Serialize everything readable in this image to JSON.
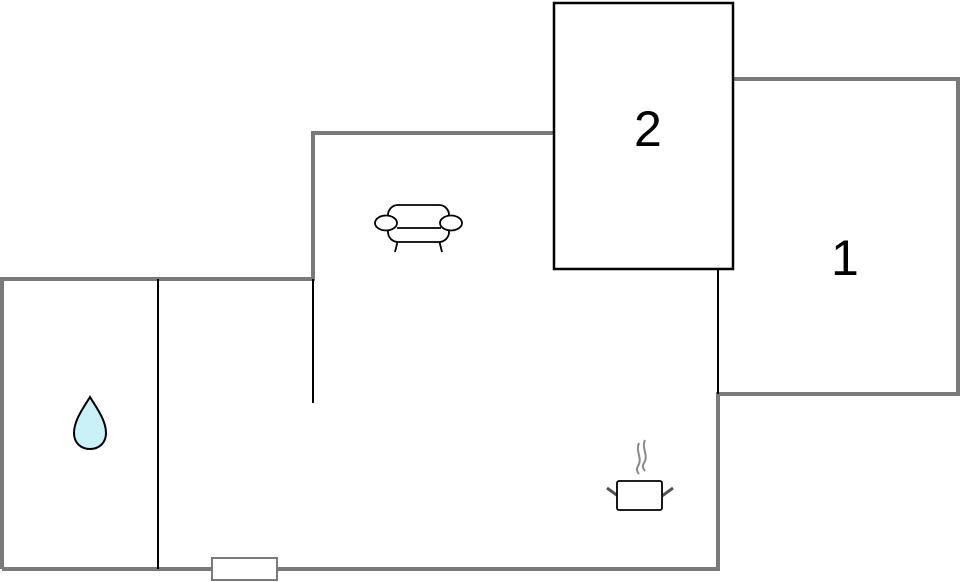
{
  "diagram": {
    "type": "floor-plan",
    "colors": {
      "exterior_wall": "#7a7a7a",
      "interior_wall": "#000000",
      "water_drop_fill": "#c9f1f7",
      "background": "#ffffff"
    },
    "rooms": [
      {
        "id": "room-1",
        "label": "1"
      },
      {
        "id": "room-2",
        "label": "2"
      }
    ],
    "icons": [
      {
        "name": "sofa-icon",
        "meaning": "living room"
      },
      {
        "name": "cooking-pot-icon",
        "meaning": "kitchen"
      },
      {
        "name": "water-drop-icon",
        "meaning": "bathroom"
      },
      {
        "name": "window-icon",
        "meaning": "window"
      }
    ]
  }
}
